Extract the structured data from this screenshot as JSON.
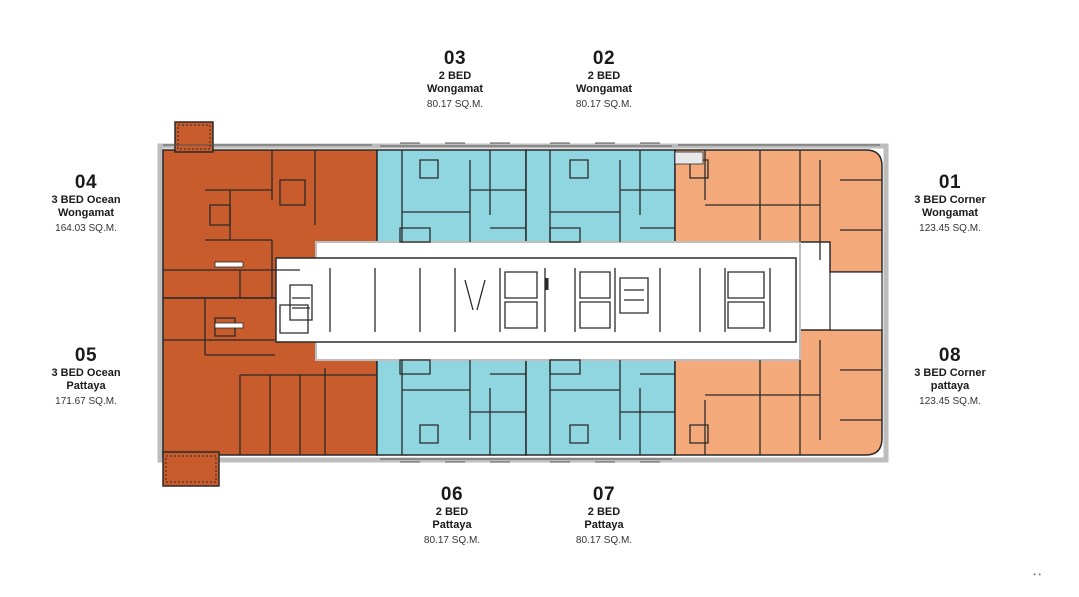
{
  "units": [
    {
      "id": "u01",
      "number": "01",
      "type": "3 BED Corner",
      "view": "Wongamat",
      "area": "123.45 SQ.M."
    },
    {
      "id": "u02",
      "number": "02",
      "type": "2 BED",
      "view": "Wongamat",
      "area": "80.17 SQ.M."
    },
    {
      "id": "u03",
      "number": "03",
      "type": "2 BED",
      "view": "Wongamat",
      "area": "80.17 SQ.M."
    },
    {
      "id": "u04",
      "number": "04",
      "type": "3 BED Ocean",
      "view": "Wongamat",
      "area": "164.03 SQ.M."
    },
    {
      "id": "u05",
      "number": "05",
      "type": "3 BED Ocean",
      "view": "Pattaya",
      "area": "171.67 SQ.M."
    },
    {
      "id": "u06",
      "number": "06",
      "type": "2 BED",
      "view": "Pattaya",
      "area": "80.17 SQ.M."
    },
    {
      "id": "u07",
      "number": "07",
      "type": "2 BED",
      "view": "Pattaya",
      "area": "80.17 SQ.M."
    },
    {
      "id": "u08",
      "number": "08",
      "type": "3 BED Corner",
      "view": "pattaya",
      "area": "123.45 SQ.M."
    }
  ],
  "colors": {
    "ocean_units": "#c95c2c",
    "two_bed_units": "#8fd6e0",
    "corner_units": "#f3a97a",
    "core": "#ffffff",
    "walls": "#2a2a2a"
  },
  "corner_mark": "• •"
}
